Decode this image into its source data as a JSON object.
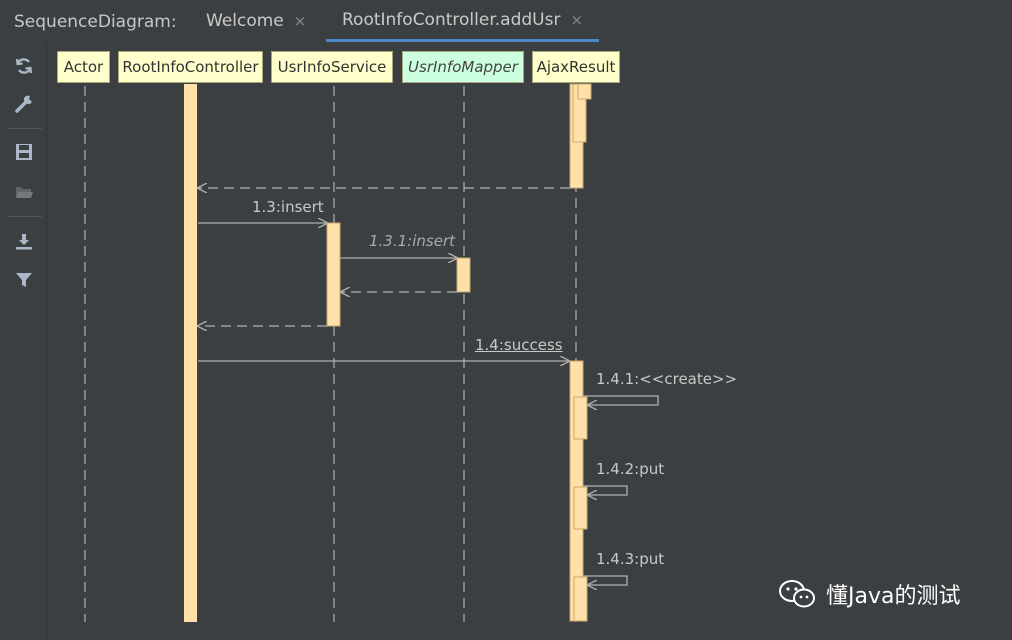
{
  "tabbar": {
    "label": "SequenceDiagram:",
    "tabs": [
      {
        "label": "Welcome",
        "close": "×"
      },
      {
        "label": "RootInfoController.addUsr",
        "close": "×"
      }
    ]
  },
  "toolbar": {
    "items": [
      "refresh-icon",
      "wrench-icon",
      "save-icon",
      "folder-open-icon",
      "download-icon",
      "filter-icon"
    ]
  },
  "lifelines": [
    "Actor",
    "RootInfoController",
    "UsrInfoService",
    "UsrInfoMapper",
    "AjaxResult"
  ],
  "messages": {
    "m1": "1.3:insert",
    "m2": "1.3.1:insert",
    "m3": "1.4:success",
    "m4": "1.4.1:<<create>>",
    "m5": "1.4.2:put",
    "m6": "1.4.3:put"
  },
  "watermark": {
    "text": "懂Java的测试"
  },
  "colors": {
    "background": "#3c3f41",
    "lifeline_box": "#ffffcc",
    "mapper_box": "#ccffdd",
    "activation": "#ffe0a8",
    "tab_accent": "#4a88c7"
  }
}
